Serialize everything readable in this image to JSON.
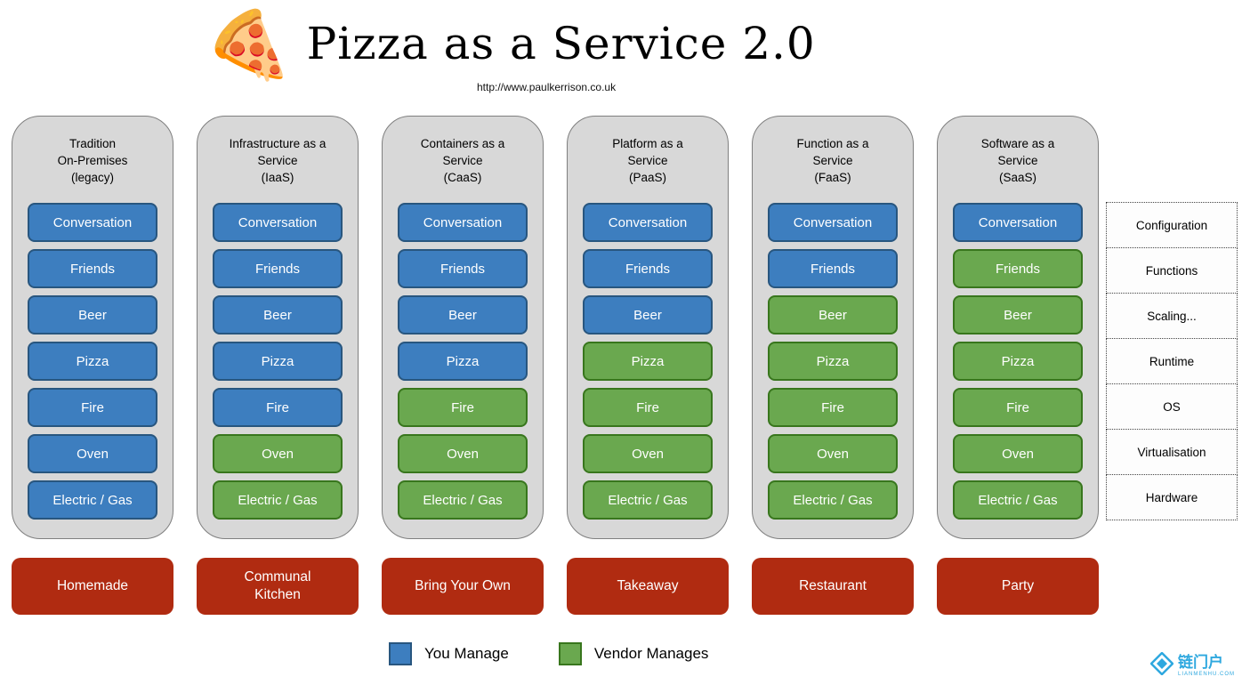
{
  "header": {
    "emoji": "🍕",
    "title": "Pizza as a Service 2.0",
    "url": "http://www.paulkerrison.co.uk"
  },
  "colors": {
    "you_manage_fill": "#3d7ebf",
    "you_manage_border": "#28567f",
    "vendor_fill": "#6aa84f",
    "vendor_border": "#38761d",
    "column_bg": "#d8d8d8",
    "column_border": "#7f7f7f",
    "footer_fill": "#b02b11",
    "watermark_blue": "#2ea8df"
  },
  "right_labels": [
    "Configuration",
    "Functions",
    "Scaling...",
    "Runtime",
    "OS",
    "Virtualisation",
    "Hardware"
  ],
  "columns": [
    {
      "id": "legacy",
      "header_lines": [
        "Tradition",
        "On-Premises",
        "(legacy)"
      ],
      "cells": [
        {
          "label": "Conversation",
          "managed_by": "you"
        },
        {
          "label": "Friends",
          "managed_by": "you"
        },
        {
          "label": "Beer",
          "managed_by": "you"
        },
        {
          "label": "Pizza",
          "managed_by": "you"
        },
        {
          "label": "Fire",
          "managed_by": "you"
        },
        {
          "label": "Oven",
          "managed_by": "you"
        },
        {
          "label": "Electric / Gas",
          "managed_by": "you"
        }
      ],
      "footer_lines": [
        "Homemade"
      ]
    },
    {
      "id": "iaas",
      "header_lines": [
        "Infrastructure as a",
        "Service",
        "(IaaS)"
      ],
      "cells": [
        {
          "label": "Conversation",
          "managed_by": "you"
        },
        {
          "label": "Friends",
          "managed_by": "you"
        },
        {
          "label": "Beer",
          "managed_by": "you"
        },
        {
          "label": "Pizza",
          "managed_by": "you"
        },
        {
          "label": "Fire",
          "managed_by": "you"
        },
        {
          "label": "Oven",
          "managed_by": "vendor"
        },
        {
          "label": "Electric / Gas",
          "managed_by": "vendor"
        }
      ],
      "footer_lines": [
        "Communal",
        "Kitchen"
      ]
    },
    {
      "id": "caas",
      "header_lines": [
        "Containers as a",
        "Service",
        "(CaaS)"
      ],
      "cells": [
        {
          "label": "Conversation",
          "managed_by": "you"
        },
        {
          "label": "Friends",
          "managed_by": "you"
        },
        {
          "label": "Beer",
          "managed_by": "you"
        },
        {
          "label": "Pizza",
          "managed_by": "you"
        },
        {
          "label": "Fire",
          "managed_by": "vendor"
        },
        {
          "label": "Oven",
          "managed_by": "vendor"
        },
        {
          "label": "Electric / Gas",
          "managed_by": "vendor"
        }
      ],
      "footer_lines": [
        "Bring Your Own"
      ]
    },
    {
      "id": "paas",
      "header_lines": [
        "Platform as a",
        "Service",
        "(PaaS)"
      ],
      "cells": [
        {
          "label": "Conversation",
          "managed_by": "you"
        },
        {
          "label": "Friends",
          "managed_by": "you"
        },
        {
          "label": "Beer",
          "managed_by": "you"
        },
        {
          "label": "Pizza",
          "managed_by": "vendor"
        },
        {
          "label": "Fire",
          "managed_by": "vendor"
        },
        {
          "label": "Oven",
          "managed_by": "vendor"
        },
        {
          "label": "Electric / Gas",
          "managed_by": "vendor"
        }
      ],
      "footer_lines": [
        "Takeaway"
      ]
    },
    {
      "id": "faas",
      "header_lines": [
        "Function as a",
        "Service",
        "(FaaS)"
      ],
      "cells": [
        {
          "label": "Conversation",
          "managed_by": "you"
        },
        {
          "label": "Friends",
          "managed_by": "you"
        },
        {
          "label": "Beer",
          "managed_by": "vendor"
        },
        {
          "label": "Pizza",
          "managed_by": "vendor"
        },
        {
          "label": "Fire",
          "managed_by": "vendor"
        },
        {
          "label": "Oven",
          "managed_by": "vendor"
        },
        {
          "label": "Electric / Gas",
          "managed_by": "vendor"
        }
      ],
      "footer_lines": [
        "Restaurant"
      ]
    },
    {
      "id": "saas",
      "header_lines": [
        "Software as a",
        "Service",
        "(SaaS)"
      ],
      "cells": [
        {
          "label": "Conversation",
          "managed_by": "you"
        },
        {
          "label": "Friends",
          "managed_by": "vendor"
        },
        {
          "label": "Beer",
          "managed_by": "vendor"
        },
        {
          "label": "Pizza",
          "managed_by": "vendor"
        },
        {
          "label": "Fire",
          "managed_by": "vendor"
        },
        {
          "label": "Oven",
          "managed_by": "vendor"
        },
        {
          "label": "Electric / Gas",
          "managed_by": "vendor"
        }
      ],
      "footer_lines": [
        "Party"
      ]
    }
  ],
  "legend": [
    {
      "key": "you",
      "label": "You Manage"
    },
    {
      "key": "vendor",
      "label": "Vendor Manages"
    }
  ],
  "watermark": {
    "text": "链门户",
    "subtext": "LIANMENHU.COM"
  }
}
